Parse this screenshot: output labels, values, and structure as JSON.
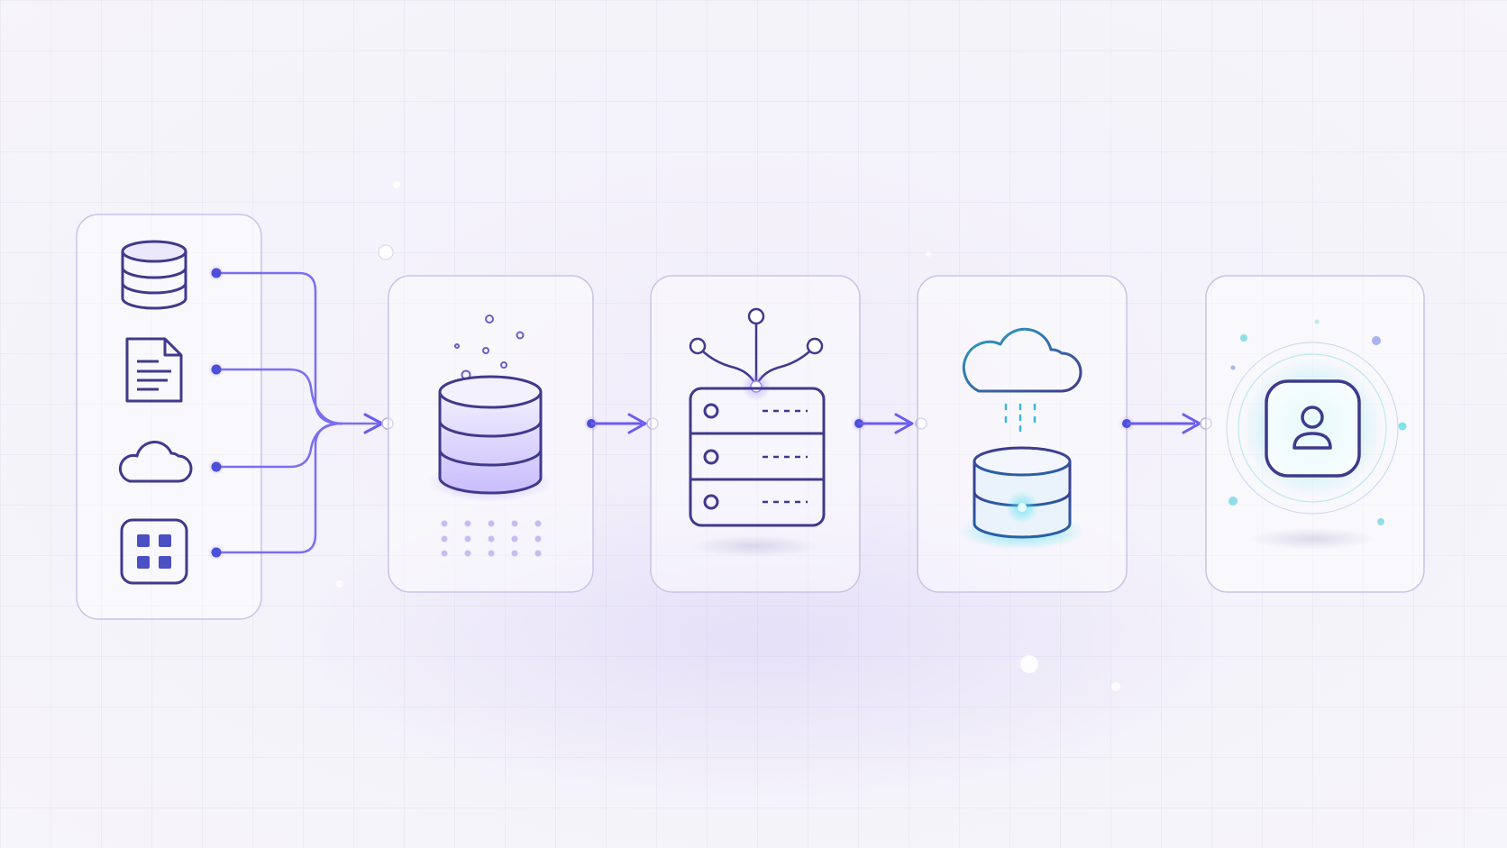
{
  "diagram": {
    "stages": [
      {
        "id": "sources",
        "icons": [
          "database-icon",
          "document-icon",
          "cloud-icon",
          "apps-grid-icon"
        ]
      },
      {
        "id": "ingest",
        "icons": [
          "database-icon"
        ]
      },
      {
        "id": "process",
        "icons": [
          "server-rack-icon",
          "network-nodes-icon"
        ]
      },
      {
        "id": "store",
        "icons": [
          "cloud-icon",
          "database-icon"
        ]
      },
      {
        "id": "deliver",
        "icons": [
          "user-profile-icon"
        ]
      }
    ],
    "colors": {
      "stroke": "#3f3a8c",
      "accent": "#6a5cf0",
      "teal": "#3ec9d6",
      "card_border": "#c9c3e6"
    }
  }
}
